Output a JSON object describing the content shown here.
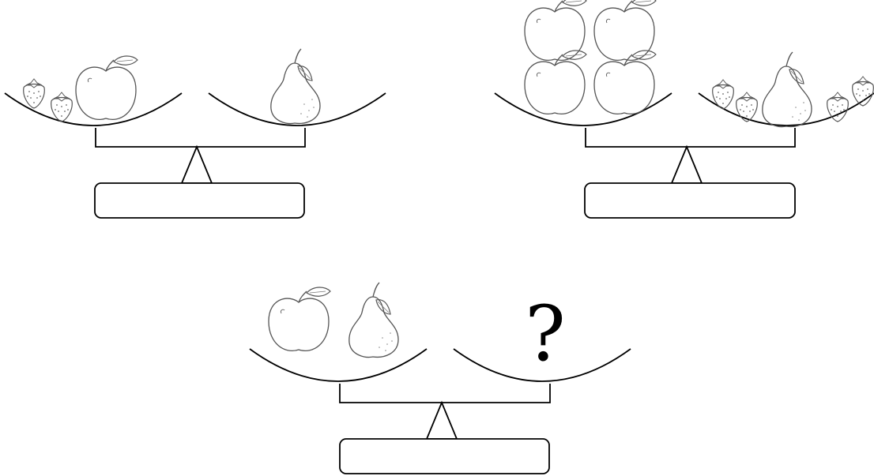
{
  "colors": {
    "stroke": "#000000",
    "fruit_outline": "#555555",
    "background": "#ffffff"
  },
  "scales": [
    {
      "name": "scale-top-left",
      "left_pan": [
        {
          "item": "strawberry-icon"
        },
        {
          "item": "strawberry-icon"
        },
        {
          "item": "apple-icon"
        }
      ],
      "right_pan": [
        {
          "item": "pear-icon"
        }
      ],
      "answer_box_text": ""
    },
    {
      "name": "scale-top-right",
      "left_pan": [
        {
          "item": "apple-icon"
        },
        {
          "item": "apple-icon"
        },
        {
          "item": "apple-icon"
        },
        {
          "item": "apple-icon"
        }
      ],
      "right_pan": [
        {
          "item": "strawberry-icon"
        },
        {
          "item": "strawberry-icon"
        },
        {
          "item": "pear-icon"
        },
        {
          "item": "strawberry-icon"
        },
        {
          "item": "strawberry-icon"
        }
      ],
      "answer_box_text": ""
    },
    {
      "name": "scale-bottom",
      "left_pan": [
        {
          "item": "apple-icon"
        },
        {
          "item": "pear-icon"
        }
      ],
      "right_pan_text": "?",
      "answer_box_text": ""
    }
  ]
}
